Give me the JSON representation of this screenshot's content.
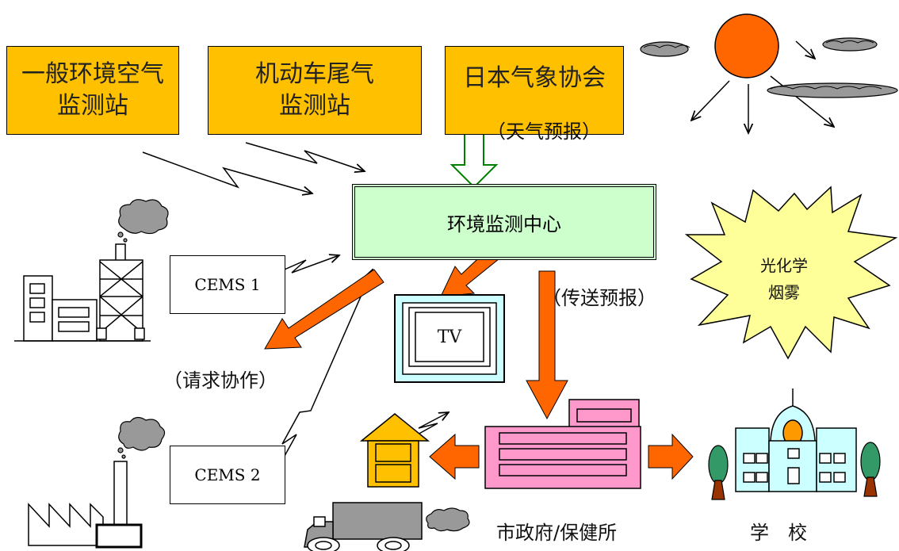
{
  "stations": {
    "general_air": "一般环境空气\n监测站",
    "vehicle_exhaust": "机动车尾气\n监测站",
    "weather_assoc": "日本气象协会"
  },
  "center": "环境监测中心",
  "cems1": "CEMS 1",
  "cems2": "CEMS 2",
  "tv": "TV",
  "smog": "光化学\n烟雾",
  "labels": {
    "weather_forecast": "（天气预报）",
    "transmit_forecast": "（传送预报）",
    "request_coop": "（请求协作）",
    "city_gov": "市政府/保健所",
    "school": "学　校"
  }
}
